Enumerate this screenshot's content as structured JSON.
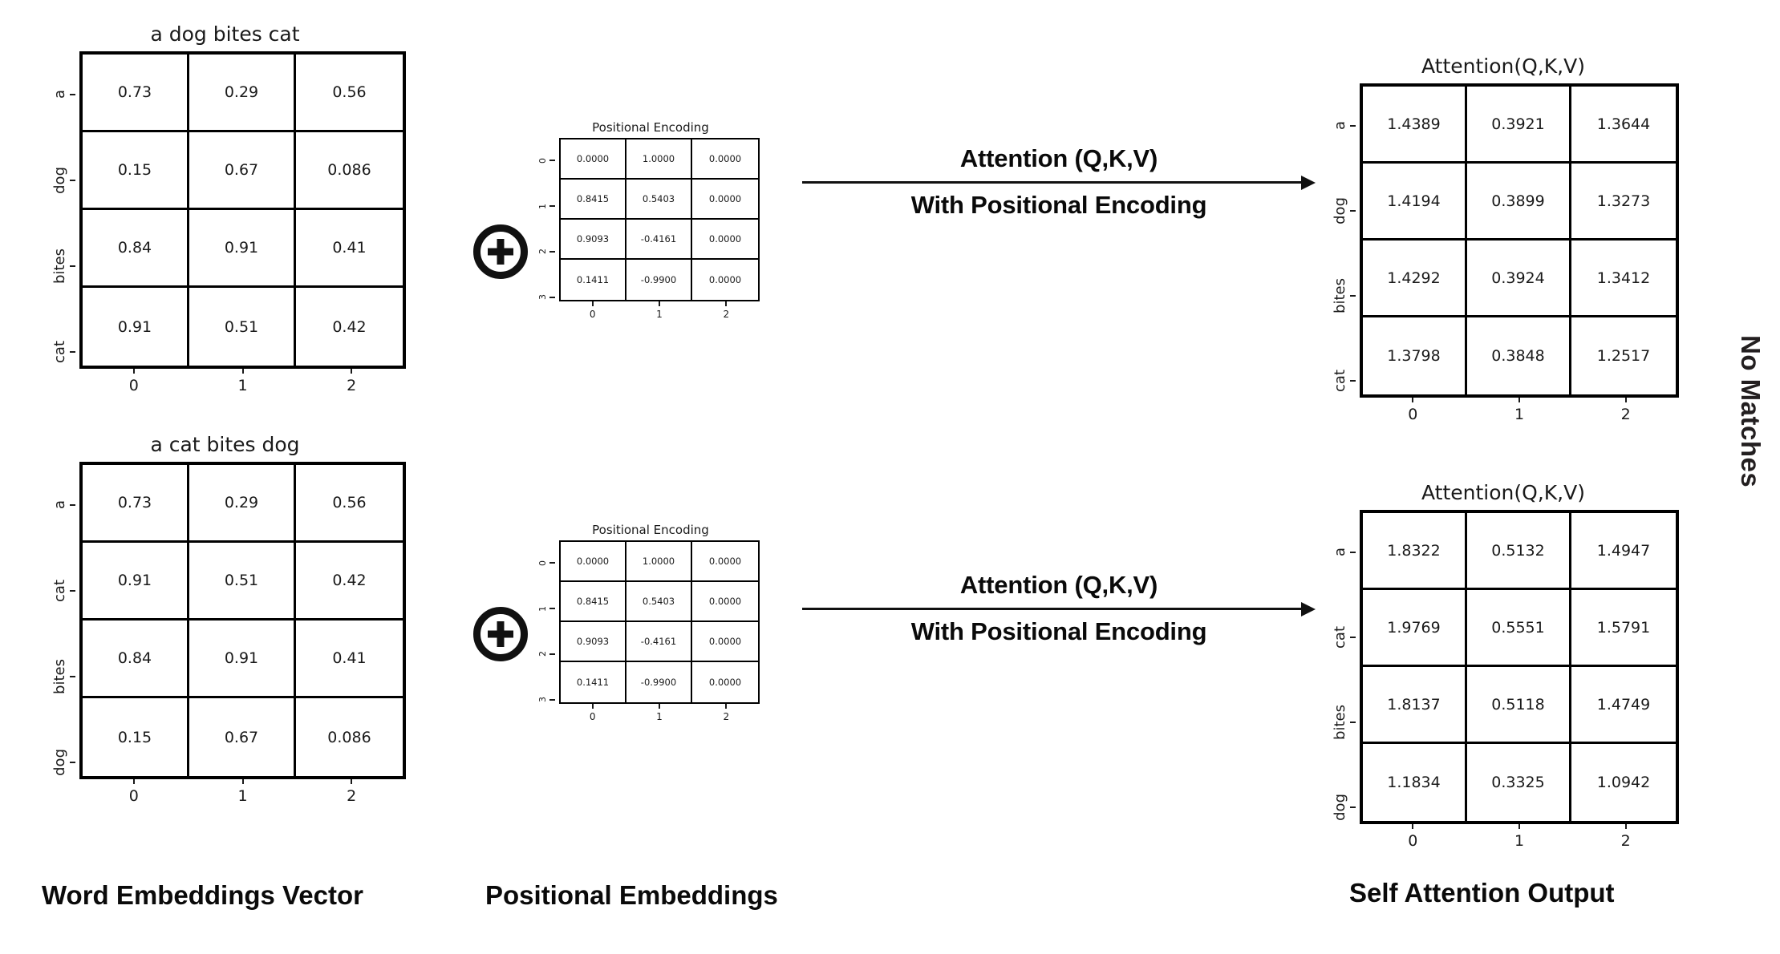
{
  "figure": {
    "background": "#ffffff",
    "ink_color": "#111111"
  },
  "captions": {
    "word_embeddings": "Word Embeddings Vector",
    "positional_embeddings": "Positional Embeddings",
    "self_attention_output": "Self Attention Output",
    "side_note": "No Matches"
  },
  "arrows": {
    "top_label": "Attention (Q,K,V)",
    "bottom_label": "With Positional Encoding"
  },
  "plus_symbol": "+",
  "chart_data": [
    {
      "id": "word-embedding-1",
      "type": "table",
      "title": "a dog bites cat",
      "row_labels": [
        "a",
        "dog",
        "bites",
        "cat"
      ],
      "col_labels": [
        "0",
        "1",
        "2"
      ],
      "values": [
        [
          "0.73",
          "0.29",
          "0.56"
        ],
        [
          "0.15",
          "0.67",
          "0.086"
        ],
        [
          "0.84",
          "0.91",
          "0.41"
        ],
        [
          "0.91",
          "0.51",
          "0.42"
        ]
      ],
      "grid": true,
      "xlabel": "",
      "ylabel": ""
    },
    {
      "id": "word-embedding-2",
      "type": "table",
      "title": "a cat bites dog",
      "row_labels": [
        "a",
        "cat",
        "bites",
        "dog"
      ],
      "col_labels": [
        "0",
        "1",
        "2"
      ],
      "values": [
        [
          "0.73",
          "0.29",
          "0.56"
        ],
        [
          "0.91",
          "0.51",
          "0.42"
        ],
        [
          "0.84",
          "0.91",
          "0.41"
        ],
        [
          "0.15",
          "0.67",
          "0.086"
        ]
      ],
      "grid": true,
      "xlabel": "",
      "ylabel": ""
    },
    {
      "id": "positional-encoding-1",
      "type": "table",
      "title": "Positional Encoding",
      "row_labels": [
        "0",
        "1",
        "2",
        "3"
      ],
      "col_labels": [
        "0",
        "1",
        "2"
      ],
      "values": [
        [
          "0.0000",
          "1.0000",
          "0.0000"
        ],
        [
          "0.8415",
          "0.5403",
          "0.0000"
        ],
        [
          "0.9093",
          "-0.4161",
          "0.0000"
        ],
        [
          "0.1411",
          "-0.9900",
          "0.0000"
        ]
      ],
      "grid": true,
      "xlabel": "",
      "ylabel": ""
    },
    {
      "id": "positional-encoding-2",
      "type": "table",
      "title": "Positional Encoding",
      "row_labels": [
        "0",
        "1",
        "2",
        "3"
      ],
      "col_labels": [
        "0",
        "1",
        "2"
      ],
      "values": [
        [
          "0.0000",
          "1.0000",
          "0.0000"
        ],
        [
          "0.8415",
          "0.5403",
          "0.0000"
        ],
        [
          "0.9093",
          "-0.4161",
          "0.0000"
        ],
        [
          "0.1411",
          "-0.9900",
          "0.0000"
        ]
      ],
      "grid": true,
      "xlabel": "",
      "ylabel": ""
    },
    {
      "id": "attention-output-1",
      "type": "table",
      "title": "Attention(Q,K,V)",
      "row_labels": [
        "a",
        "dog",
        "bites",
        "cat"
      ],
      "col_labels": [
        "0",
        "1",
        "2"
      ],
      "values": [
        [
          "1.4389",
          "0.3921",
          "1.3644"
        ],
        [
          "1.4194",
          "0.3899",
          "1.3273"
        ],
        [
          "1.4292",
          "0.3924",
          "1.3412"
        ],
        [
          "1.3798",
          "0.3848",
          "1.2517"
        ]
      ],
      "grid": true,
      "xlabel": "",
      "ylabel": ""
    },
    {
      "id": "attention-output-2",
      "type": "table",
      "title": "Attention(Q,K,V)",
      "row_labels": [
        "a",
        "cat",
        "bites",
        "dog"
      ],
      "col_labels": [
        "0",
        "1",
        "2"
      ],
      "values": [
        [
          "1.8322",
          "0.5132",
          "1.4947"
        ],
        [
          "1.9769",
          "0.5551",
          "1.5791"
        ],
        [
          "1.8137",
          "0.5118",
          "1.4749"
        ],
        [
          "1.1834",
          "0.3325",
          "1.0942"
        ]
      ],
      "grid": true,
      "xlabel": "",
      "ylabel": ""
    }
  ]
}
